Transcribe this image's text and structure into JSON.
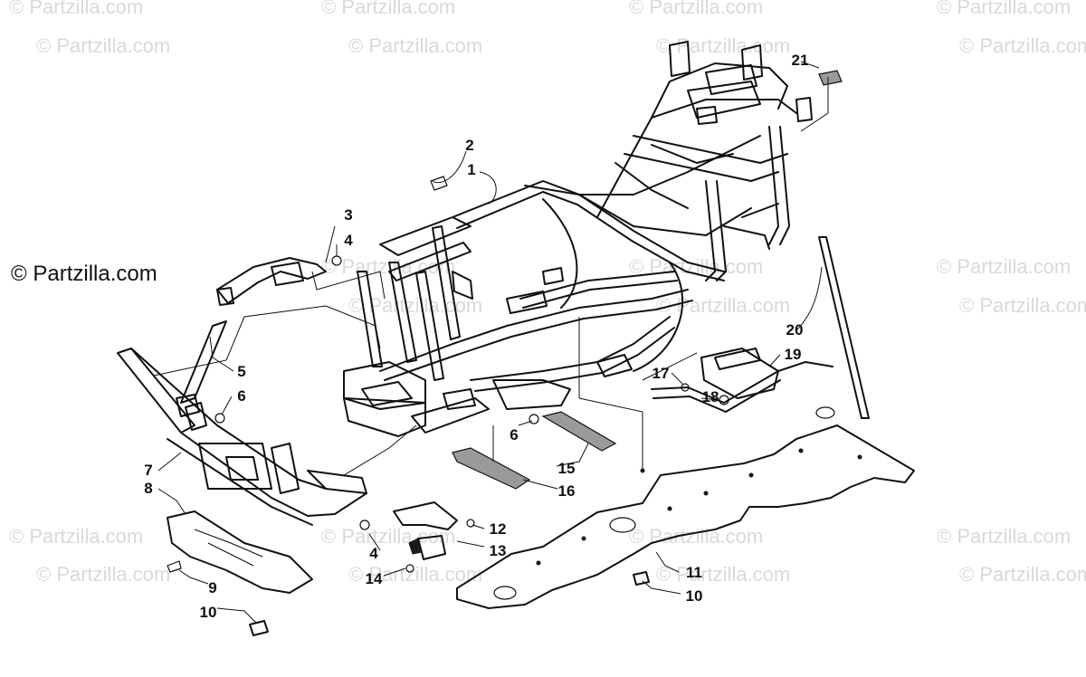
{
  "watermark": {
    "text": "© Partzilla.com",
    "main_text": "© Partzilla.com"
  },
  "callouts": [
    {
      "id": "1",
      "label": "1"
    },
    {
      "id": "2",
      "label": "2"
    },
    {
      "id": "3",
      "label": "3"
    },
    {
      "id": "4a",
      "label": "4"
    },
    {
      "id": "5",
      "label": "5"
    },
    {
      "id": "6a",
      "label": "6"
    },
    {
      "id": "6b",
      "label": "6"
    },
    {
      "id": "7",
      "label": "7"
    },
    {
      "id": "8",
      "label": "8"
    },
    {
      "id": "9",
      "label": "9"
    },
    {
      "id": "10a",
      "label": "10"
    },
    {
      "id": "4b",
      "label": "4"
    },
    {
      "id": "12",
      "label": "12"
    },
    {
      "id": "13",
      "label": "13"
    },
    {
      "id": "14",
      "label": "14"
    },
    {
      "id": "15",
      "label": "15"
    },
    {
      "id": "16",
      "label": "16"
    },
    {
      "id": "17",
      "label": "17"
    },
    {
      "id": "18",
      "label": "18"
    },
    {
      "id": "19",
      "label": "19"
    },
    {
      "id": "20",
      "label": "20"
    },
    {
      "id": "21",
      "label": "21"
    },
    {
      "id": "11",
      "label": "11"
    },
    {
      "id": "10b",
      "label": "10"
    }
  ]
}
